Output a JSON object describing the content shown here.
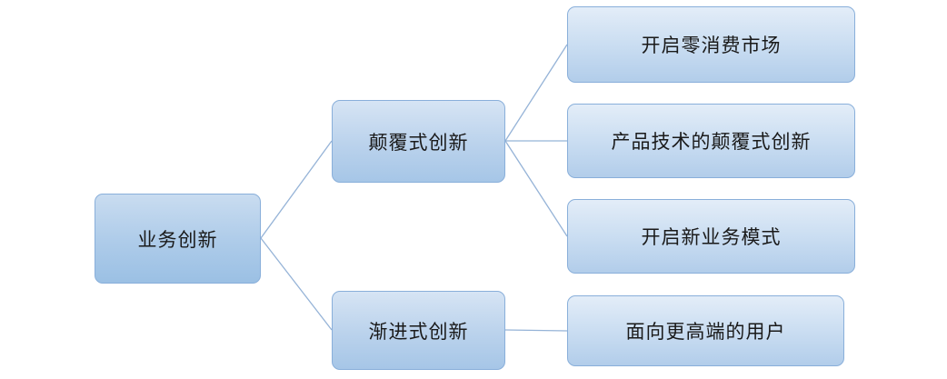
{
  "diagram": {
    "type": "hierarchy-tree",
    "direction": "left-to-right",
    "root": {
      "label": "业务创新"
    },
    "branches": [
      {
        "label": "颠覆式创新",
        "children": [
          "开启零消费市场",
          "产品技术的颠覆式创新",
          "开启新业务模式"
        ]
      },
      {
        "label": "渐进式创新",
        "children": [
          "面向更高端的用户"
        ]
      }
    ],
    "colors": {
      "node_fill_top": "#e3edf8",
      "node_fill_bottom": "#9bc0e4",
      "node_border": "#89afda",
      "connector": "#95b3d7",
      "text": "#1a1a1a",
      "background": "#ffffff"
    }
  }
}
